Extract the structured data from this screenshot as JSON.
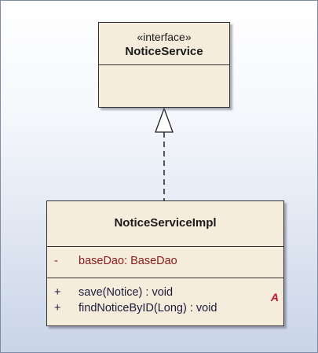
{
  "interface_class": {
    "stereotype": "«interface»",
    "name": "NoticeService"
  },
  "impl_class": {
    "name": "NoticeServiceImpl",
    "attributes": [
      {
        "visibility": "-",
        "text": "baseDao: BaseDao"
      }
    ],
    "operations": [
      {
        "visibility": "+",
        "text": "save(Notice) : void"
      },
      {
        "visibility": "+",
        "text": "findNoticeByID(Long) : void"
      }
    ],
    "abstract_marker": "A"
  },
  "relationship": {
    "type": "realization",
    "from": "NoticeServiceImpl",
    "to": "NoticeService"
  }
}
